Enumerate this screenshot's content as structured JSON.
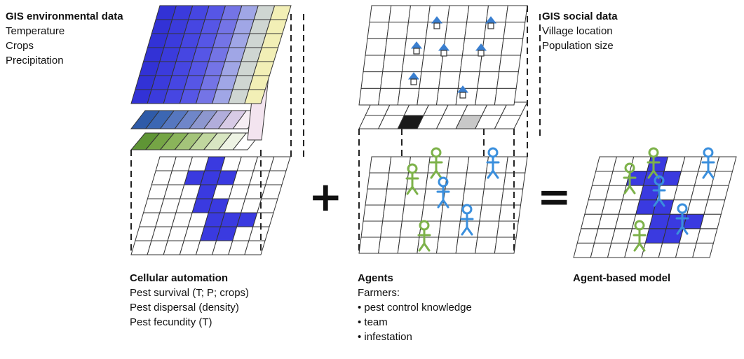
{
  "env_block": {
    "title": "GIS environmental data",
    "items": [
      "Temperature",
      "Crops",
      "Precipitation"
    ]
  },
  "social_block": {
    "title": "GIS social data",
    "items": [
      "Village location",
      "Population size"
    ]
  },
  "ca_block": {
    "title": "Cellular automation",
    "items": [
      "Pest survival (T; P; crops)",
      "Pest dispersal (density)",
      "Pest fecundity (T)"
    ]
  },
  "agents_block": {
    "title": "Agents",
    "subtitle": "Farmers:",
    "items": [
      "• pest control knowledge",
      "• team",
      "• infestation"
    ]
  },
  "abm_block": {
    "title": "Agent-based model"
  },
  "operators": {
    "plus": "+",
    "equals": "="
  },
  "colors": {
    "cell_blue": "#3a3ae0",
    "agent_green": "#7db24a",
    "agent_blue": "#3a8fdd",
    "house_blue": "#3a7fd0",
    "grid_line": "#333333"
  }
}
